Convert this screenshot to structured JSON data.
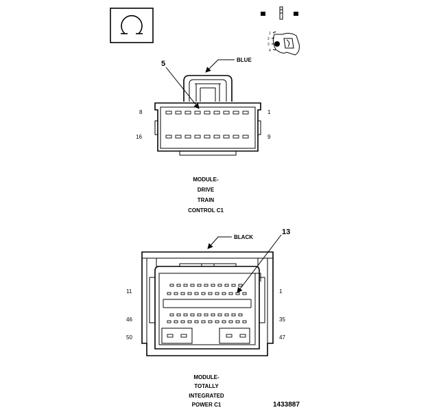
{
  "connector_a": {
    "color_label": "BLUE",
    "callout": "5",
    "pin_top_left": "8",
    "pin_top_right": "1",
    "pin_bottom_left": "16",
    "pin_bottom_right": "9",
    "title_lines": [
      "MODULE-",
      "DRIVE",
      "TRAIN",
      "CONTROL C1"
    ]
  },
  "connector_b": {
    "color_label": "BLACK",
    "callout": "13",
    "pin_labels": {
      "r1_left": "11",
      "r1_right": "1",
      "r2_left": "46",
      "r2_right": "35",
      "r3_left": "50",
      "r3_right": "47"
    },
    "title_lines": [
      "MODULE-",
      "TOTALLY",
      "INTEGRATED",
      "POWER C1"
    ]
  },
  "figure_id": "1433887",
  "icons": {
    "lock_tab": "lock-tab-icon",
    "terminal": "terminal-pin-icon",
    "release_tool": "release-tool-icon"
  }
}
